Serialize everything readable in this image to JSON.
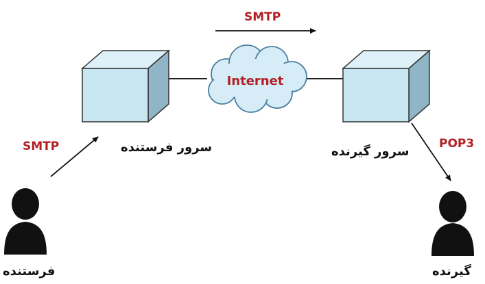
{
  "labels": {
    "smtp_top": "SMTP",
    "smtp_left": "SMTP",
    "pop3": "POP3",
    "internet": "Internet",
    "sender_server": "سرور فرستنده",
    "receiver_server": "سرور گیرنده",
    "sender": "فرستنده",
    "receiver": "گیرنده"
  },
  "colors": {
    "protocol_text": "#b22025",
    "cube_front": "#c8e6f2",
    "cube_top": "#dff1f8",
    "cube_side": "#8fb5c6",
    "cloud_fill": "#d6ecf6",
    "person": "#111111"
  }
}
